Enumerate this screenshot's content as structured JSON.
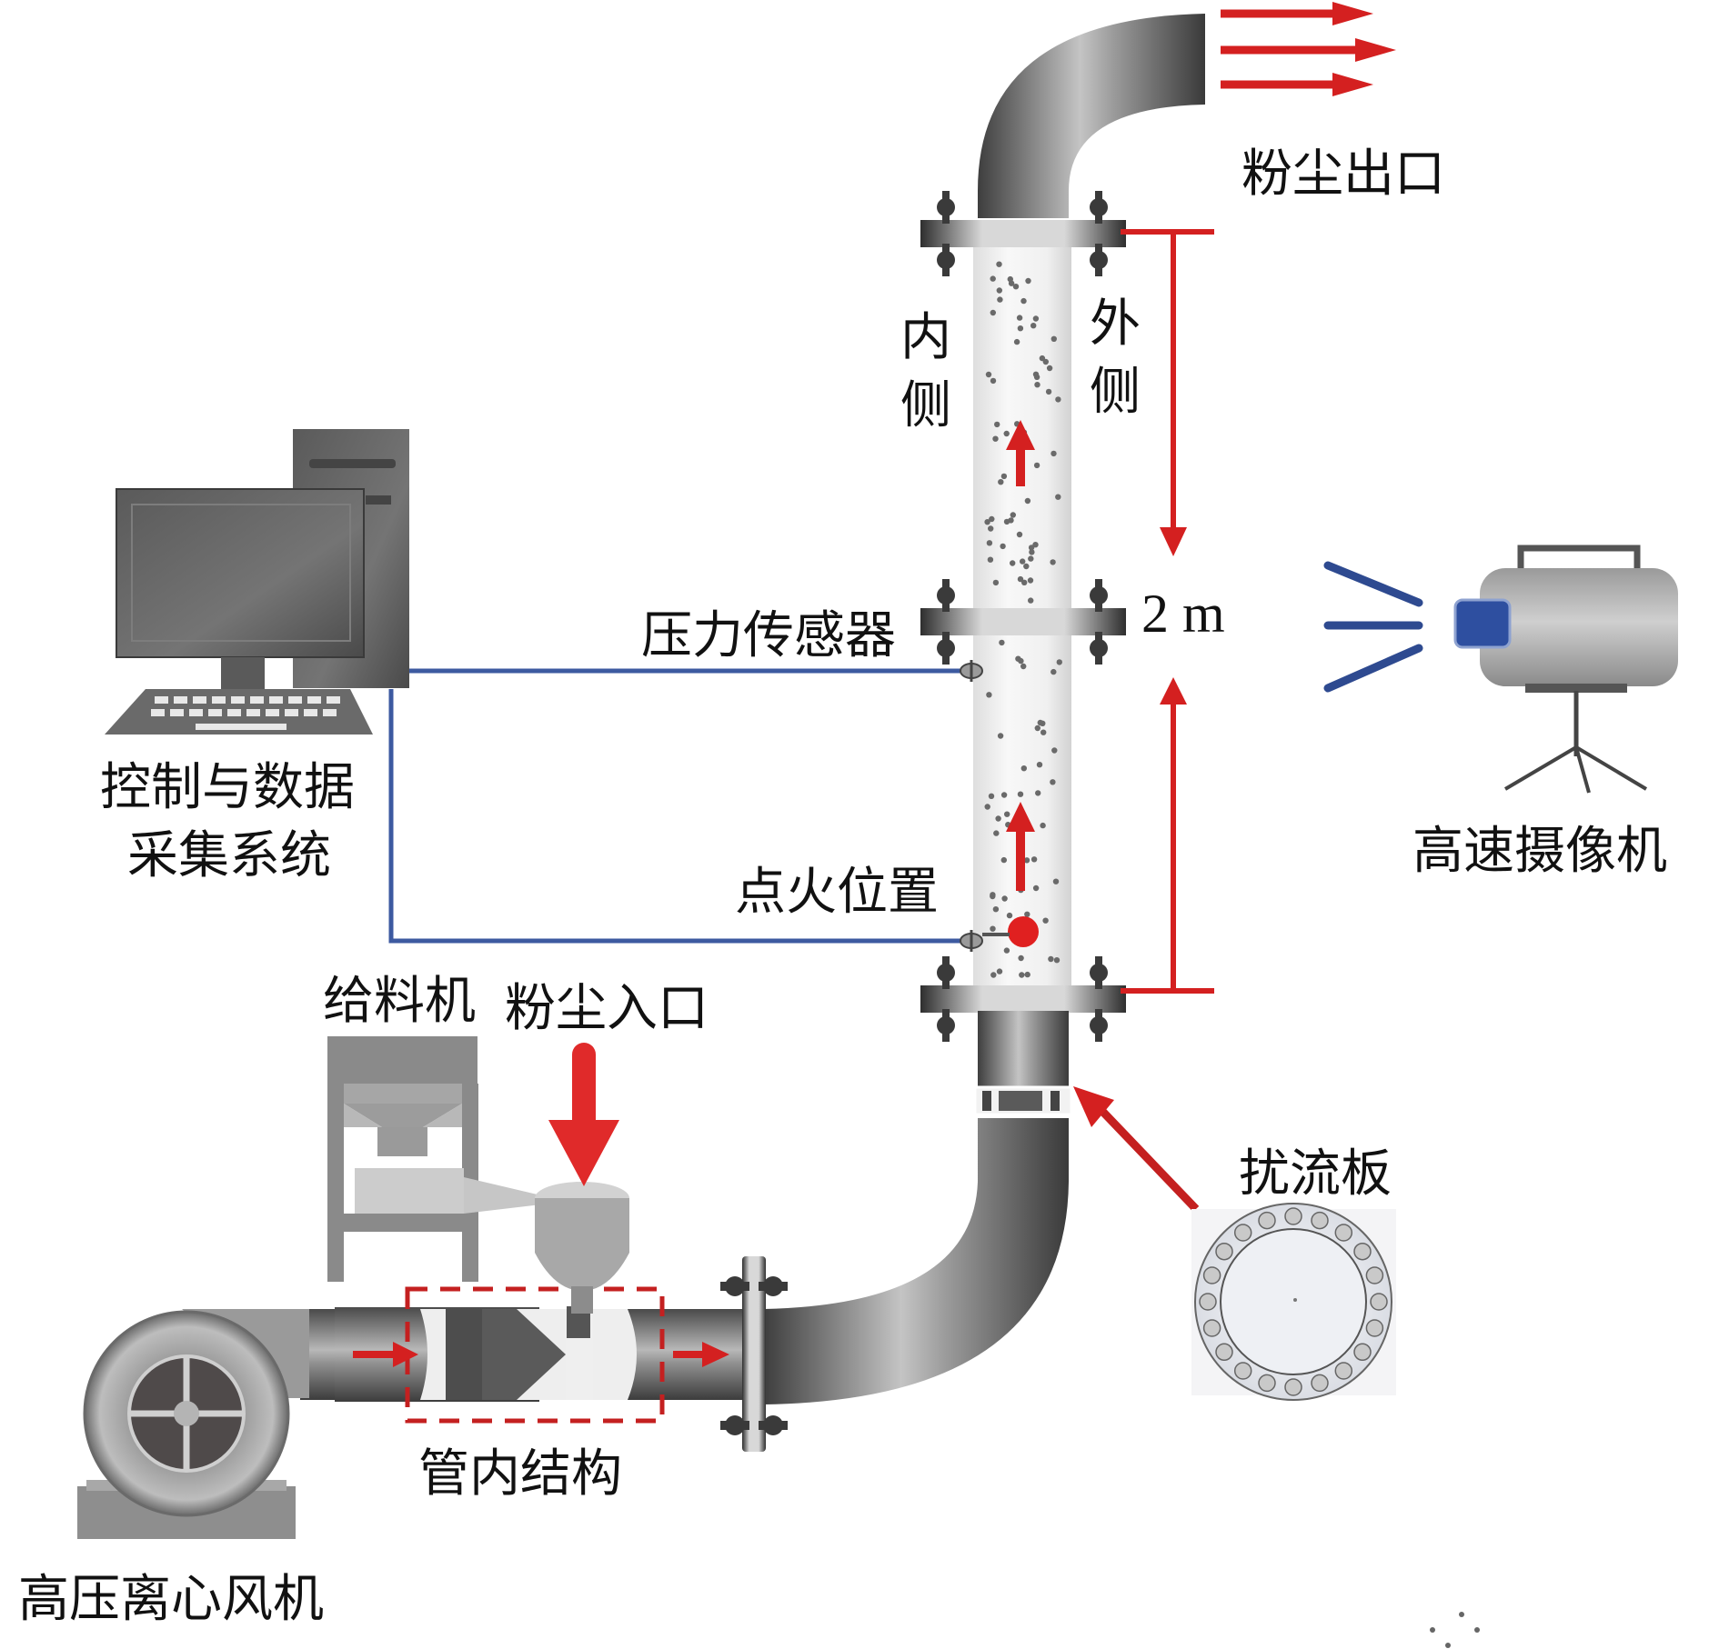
{
  "diagram": {
    "title": "Dust explosion pipeline experimental system",
    "labels": {
      "dust_outlet": "粉尘出口",
      "inner_side_1": "内",
      "inner_side_2": "侧",
      "outer_side_1": "外",
      "outer_side_2": "侧",
      "length": "2 m",
      "pressure_sensor": "压力传感器",
      "control_system_line1": "控制与数据",
      "control_system_line2": "采集系统",
      "ignition_position": "点火位置",
      "feeder": "给料机",
      "dust_inlet": "粉尘入口",
      "baffle_plate": "扰流板",
      "high_speed_camera": "高速摄像机",
      "pipe_internal_structure": "管内结构",
      "centrifugal_fan": "高压离心风机"
    },
    "components": [
      {
        "id": "computer",
        "name": "控制与数据采集系统",
        "icon": "computer-icon"
      },
      {
        "id": "vertical-pipe",
        "name": "transparent test pipe",
        "length": "2 m"
      },
      {
        "id": "pressure-sensor",
        "name": "压力传感器"
      },
      {
        "id": "igniter",
        "name": "点火位置"
      },
      {
        "id": "camera",
        "name": "高速摄像机",
        "icon": "camera-icon"
      },
      {
        "id": "feeder",
        "name": "给料机"
      },
      {
        "id": "fan",
        "name": "高压离心风机",
        "icon": "fan-icon"
      },
      {
        "id": "baffle",
        "name": "扰流板"
      }
    ],
    "colors": {
      "arrow_red": "#d42020",
      "wire_blue": "#3d5aa0",
      "pipe_gray": "#7a7a7a",
      "pipe_dark": "#4a4a4a",
      "glass_pipe": "#ececec",
      "lens_blue": "#2e4fa0",
      "text": "#111111"
    }
  }
}
